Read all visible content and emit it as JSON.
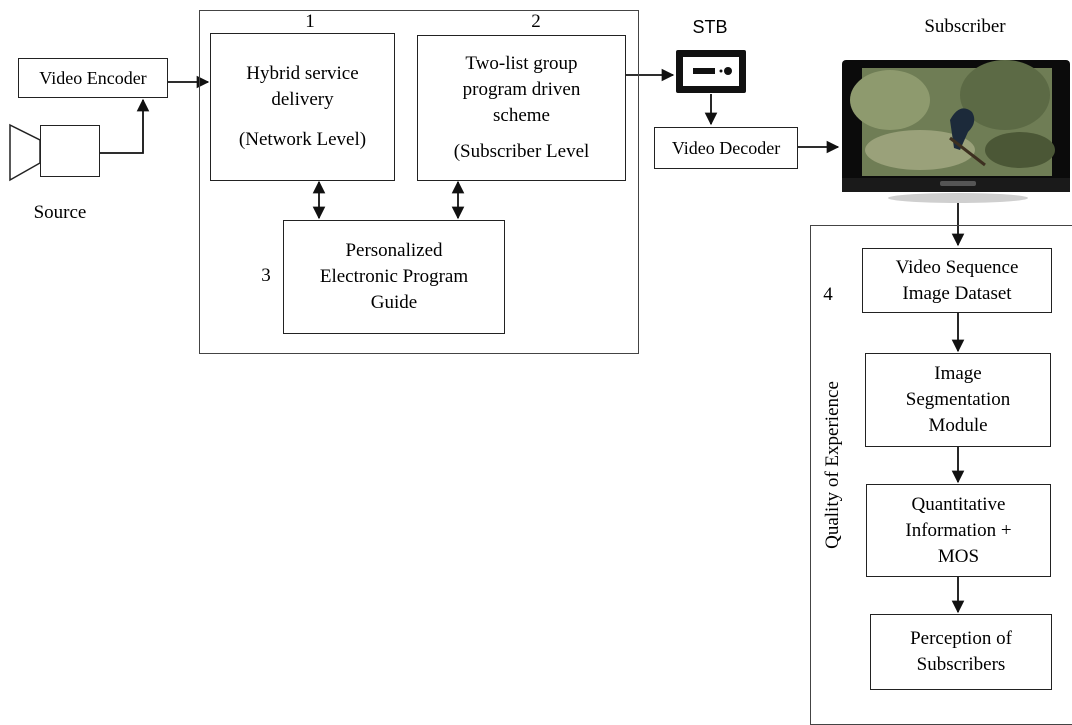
{
  "source": {
    "encoder_label": "Video Encoder",
    "source_label": "Source"
  },
  "main_block": {
    "numbers": {
      "n1": "1",
      "n2": "2",
      "n3": "3"
    },
    "hybrid": {
      "line1": "Hybrid service",
      "line2": "delivery",
      "line3": "(Network Level)"
    },
    "twolist": {
      "line1": "Two-list group",
      "line2": "program driven",
      "line3": "scheme",
      "line4": "(Subscriber Level"
    },
    "epg": {
      "line1": "Personalized",
      "line2": "Electronic Program",
      "line3": "Guide"
    }
  },
  "stb": {
    "label": "STB",
    "decoder_label": "Video Decoder"
  },
  "subscriber": {
    "label": "Subscriber"
  },
  "qoe": {
    "number": "4",
    "side_label": "Quality of Experience",
    "steps": [
      {
        "line1": "Video Sequence",
        "line2": "Image Dataset",
        "line3": ""
      },
      {
        "line1": "Image",
        "line2": "Segmentation",
        "line3": "Module"
      },
      {
        "line1": "Quantitative",
        "line2": "Information +",
        "line3": "MOS"
      },
      {
        "line1": "Perception of",
        "line2": "Subscribers",
        "line3": ""
      }
    ]
  }
}
